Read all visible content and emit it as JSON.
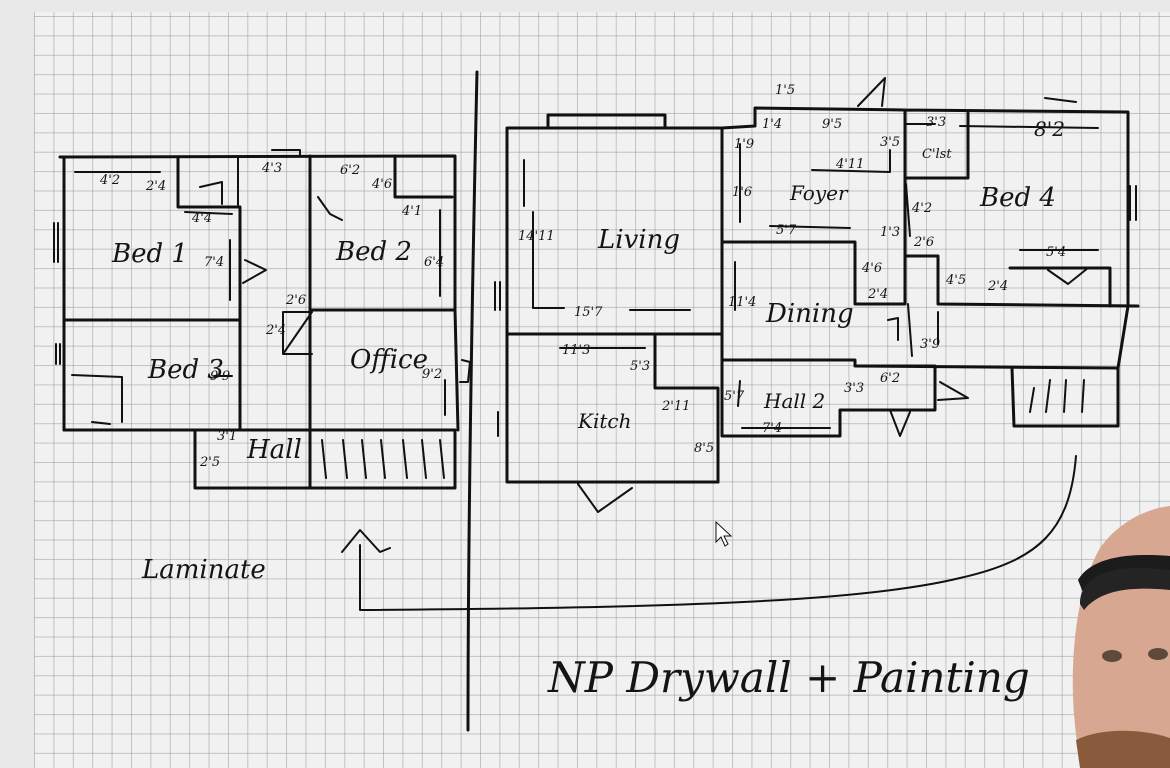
{
  "rooms": {
    "bed1": "Bed 1",
    "bed2": "Bed 2",
    "bed3": "Bed 3",
    "bed4": "Bed 4",
    "office": "Office",
    "hall_left": "Hall",
    "living": "Living",
    "kitchen": "Kitch",
    "dining": "Dining",
    "foyer": "Foyer",
    "hall2": "Hall 2",
    "closet": "C'lst"
  },
  "dimensions": {
    "d_4_2_a": "4'2",
    "d_2_4": "2'4",
    "d_4_4": "4'4",
    "d_4_3": "4'3",
    "d_6_2_a": "6'2",
    "d_4_6": "4'6",
    "d_4_1": "4'1",
    "d_7_4": "7'4",
    "d_6_4": "6'4",
    "d_9_9": "9'9",
    "d_3_1": "3'1",
    "d_2_5": "2'5",
    "d_2_6_a": "2'6",
    "d_2_4b": "2'4",
    "d_9_2": "9'2",
    "d_14_11": "14'11",
    "d_15_7": "15'7",
    "d_11_3": "11'3",
    "d_5_3": "5'3",
    "d_2_11": "2'11",
    "d_8_5": "8'5",
    "d_1_9": "1'9",
    "d_1_6": "1'6",
    "d_1_4": "1'4",
    "d_9_5": "9'5",
    "d_3_5": "3'5",
    "d_4_11": "4'11",
    "d_5_7": "5'7",
    "d_1_3": "1'3",
    "d_1_5": "1'5",
    "d_4_6b": "4'6",
    "d_2_4c": "2'4",
    "d_11_4": "11'4",
    "d_3_3a": "3'3",
    "d_8_2": "8'2",
    "d_4_2_b": "4'2",
    "d_2_6_b": "2'6",
    "d_5_4": "5'4",
    "d_4_5": "4'5",
    "d_2_4d": "2'4",
    "d_3_9": "3'9",
    "d_3_3b": "3'3",
    "d_6_2_b": "6'2",
    "d_5_7b": "5'7",
    "d_7_4b": "7'4"
  },
  "notes": {
    "laminate": "Laminate",
    "np_drywall": "NP Drywall + Painting"
  }
}
